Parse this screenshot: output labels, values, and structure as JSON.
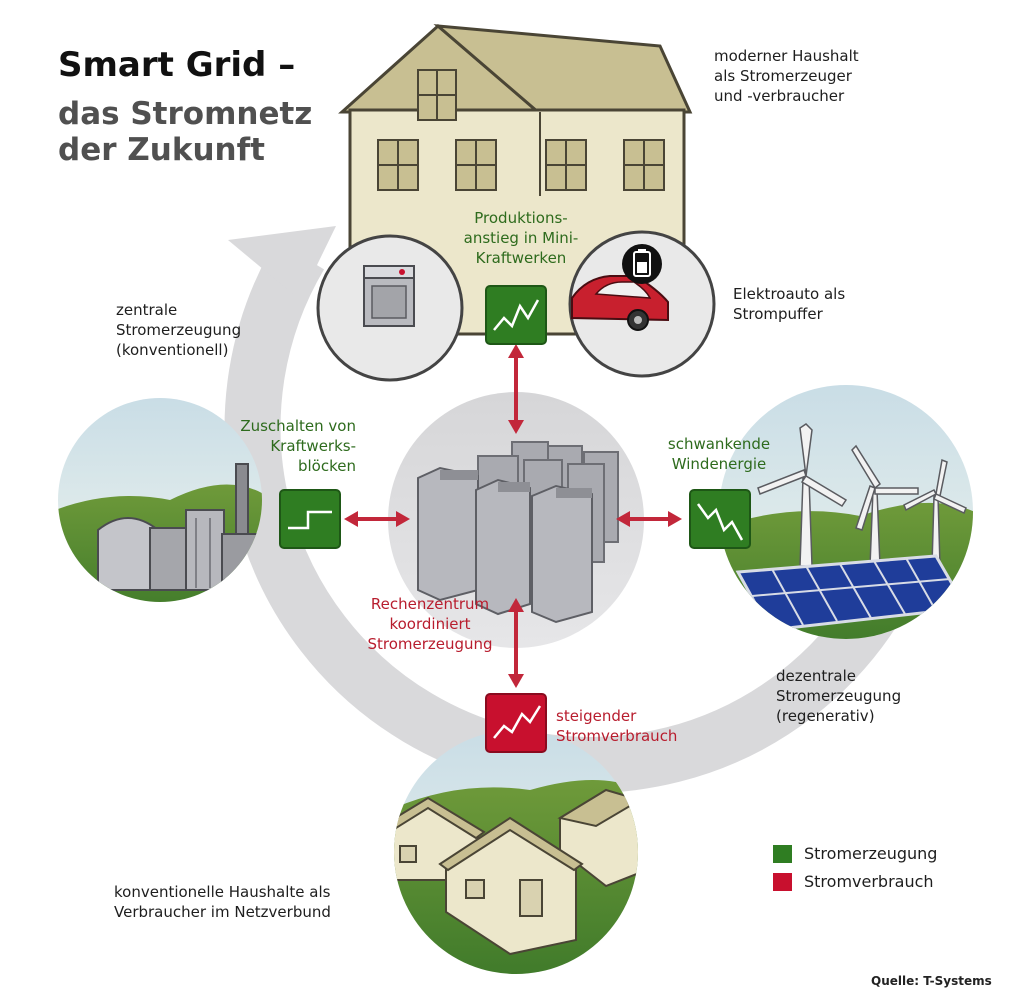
{
  "title": {
    "line1": "Smart Grid –",
    "line2": "das Stromnetz\nder Zukunft"
  },
  "labels": {
    "modern_household": "moderner Haushalt\nals Stromerzeuger\nund -verbraucher",
    "production_increase": "Produktions-\nanstieg in Mini-\nKraftwerken",
    "electric_car": "Elektroauto als\nStrompuffer",
    "central_generation": "zentrale\nStromerzeugung\n(konventionell)",
    "connect_blocks": "Zuschalten von\nKraftwerks-\nblöcken",
    "fluctuating_wind": "schwankende\nWindenergie",
    "data_center": "Rechenzentrum\nkoordiniert\nStromerzeugung",
    "decentral_generation": "dezentrale\nStromerzeugung\n(regenerativ)",
    "rising_consumption": "steigender\nStromverbrauch",
    "conventional_households": "konventionelle Haushalte als\nVerbraucher im Netzverbund"
  },
  "legend": {
    "generation": "Stromerzeugung",
    "consumption": "Stromverbrauch"
  },
  "source": "Quelle: T-Systems",
  "colors": {
    "generation": "#2f7d22",
    "consumption": "#c8102e",
    "arrow": "#c2273a",
    "cycle_arrow": "#d9d9db",
    "house_wall": "#ece7cb",
    "roof": "#c8bf92"
  },
  "icons": [
    "house-icon",
    "washing-machine-icon",
    "electric-car-icon",
    "battery-icon",
    "server-rack-icon",
    "power-plant-icon",
    "wind-turbine-icon",
    "solar-panel-icon",
    "small-houses-icon",
    "rising-chart-icon",
    "step-chart-icon",
    "falling-chart-icon"
  ]
}
